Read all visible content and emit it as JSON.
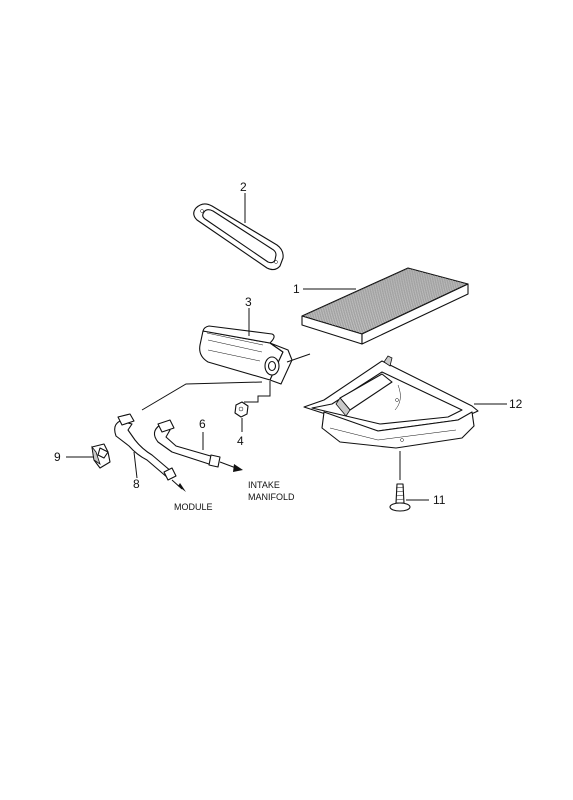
{
  "callouts": {
    "c1": "1",
    "c2": "2",
    "c3": "3",
    "c4": "4",
    "c6": "6",
    "c8": "8",
    "c9": "9",
    "c11": "11",
    "c12": "12"
  },
  "destinations": {
    "intake_line1": "INTAKE",
    "intake_line2": "MANIFOLD",
    "module": "MODULE"
  }
}
